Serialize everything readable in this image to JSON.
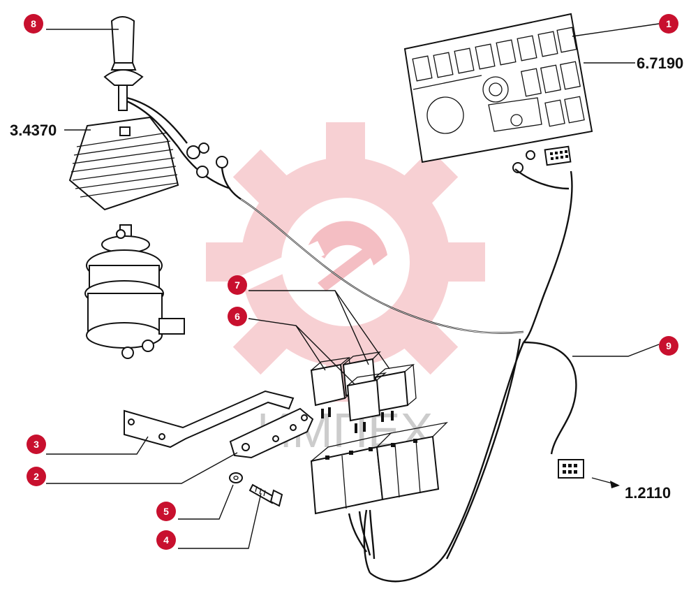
{
  "diagram": {
    "callouts": [
      {
        "id": "c1",
        "number": "1"
      },
      {
        "id": "c2",
        "number": "2"
      },
      {
        "id": "c3",
        "number": "3"
      },
      {
        "id": "c4",
        "number": "4"
      },
      {
        "id": "c5",
        "number": "5"
      },
      {
        "id": "c6",
        "number": "6"
      },
      {
        "id": "c7",
        "number": "7"
      },
      {
        "id": "c8",
        "number": "8"
      },
      {
        "id": "c9",
        "number": "9"
      }
    ],
    "references": {
      "joystick": "3.4370",
      "panel": "6.7190",
      "connector": "1.2110"
    },
    "watermark": "ИМПЕХ",
    "colors": {
      "callout": "#c8102e",
      "watermark_gear": "#f6c8cc",
      "ink": "#111111"
    }
  }
}
